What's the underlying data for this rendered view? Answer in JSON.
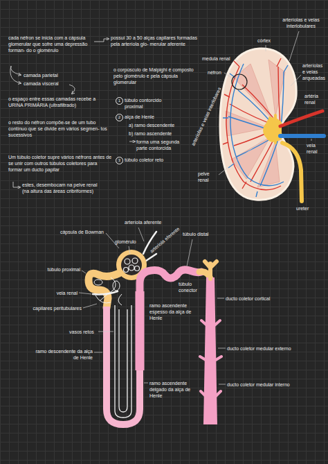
{
  "diagram": {
    "labels": [
      "cada néfron se inicia com a cápsula glomerular que sofre uma depressão forman- do o glomérulo",
      "camada parietal",
      "camada visceral",
      "o espaço entre essas camadas recebe a URINA PRIMÁRIA (ultrafiltrado)",
      "o resto do néfron compõe-se de um tubo contínuo que se divide em vários segmen- tos sucessivos",
      "Um túbulo coletor supre vários néfrons antes de se unir com outros túbulos coletores para formar um ducto papilar",
      "estes, desembocam na pelve renal (na altura das áreas cribriformes)",
      "possui 30 a 50 alças capilares formadas pela arteríola glo- merular aferente",
      "o corpúsculo de Malpighi é composto pelo glomérulo e pela cápsula glomerular",
      "1",
      "túbulo contorcido proximal",
      "2",
      "alça de Henle",
      "a) ramo descendente",
      "b) ramo ascendente",
      "forma uma segunda parte contorcida",
      "3",
      "túbulo coletor reto",
      "córtex",
      "arteríolas e veias interlobulares",
      "medula renal",
      "néfron",
      "arteríolas e veias arqueadas",
      "artéria renal",
      "veia renal",
      "arteríolas e veias interlobares",
      "pelve renal",
      "ureter",
      "cápsula de Bowman",
      "arteríola aferente",
      "glomérulo",
      "arteríola eferente",
      "túbulo distal",
      "túbulo proximal",
      "veia renal",
      "túbulo conector",
      "ducto coletor cortical",
      "capilares peritubulares",
      "ramo ascendente espesso da alça de Henle",
      "vasos retos",
      "ducto coletor medular externo",
      "ramo descendente da alça de Henle",
      "ducto coletor medular interno",
      "ramo ascendente delgado da alça de Henle"
    ]
  }
}
